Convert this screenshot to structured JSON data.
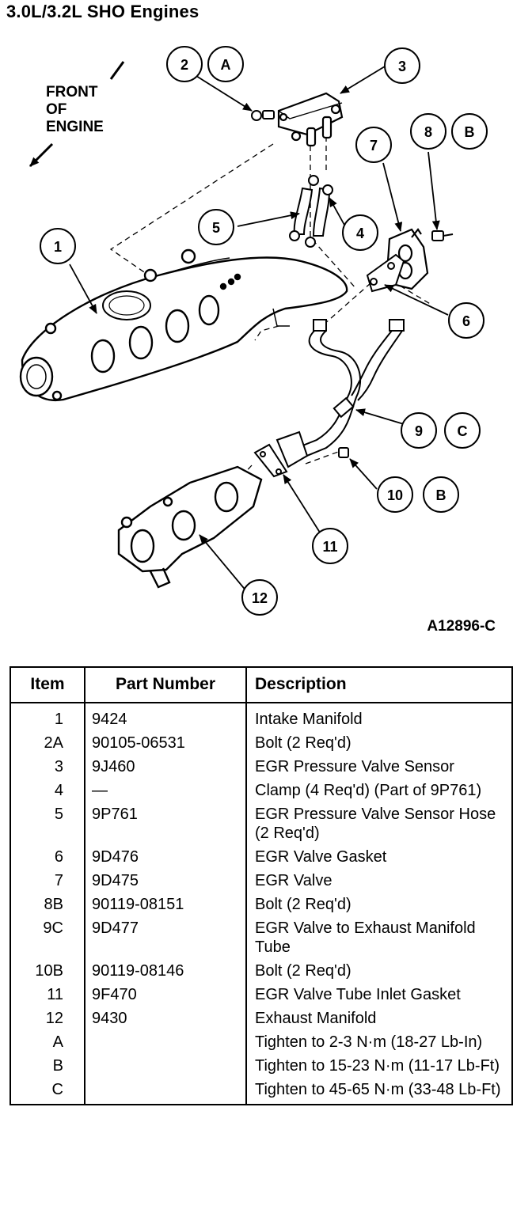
{
  "title": "3.0L/3.2L SHO Engines",
  "front_label": [
    "FRONT",
    "OF",
    "ENGINE"
  ],
  "figure_id": "A12896-C",
  "callouts": {
    "c1": "1",
    "c2": "2",
    "c2a": "A",
    "c3": "3",
    "c4": "4",
    "c5": "5",
    "c6": "6",
    "c7": "7",
    "c8": "8",
    "c8b": "B",
    "c9": "9",
    "c9c": "C",
    "c10": "10",
    "c10b": "B",
    "c11": "11",
    "c12": "12"
  },
  "table": {
    "headers": {
      "item": "Item",
      "part_number": "Part Number",
      "description": "Description"
    },
    "rows": [
      {
        "item": "1",
        "part": "9424",
        "desc": "Intake Manifold"
      },
      {
        "item": "2A",
        "part": "90105-06531",
        "desc": "Bolt (2 Req'd)"
      },
      {
        "item": "3",
        "part": "9J460",
        "desc": "EGR Pressure Valve Sensor"
      },
      {
        "item": "4",
        "part": "—",
        "desc": "Clamp (4 Req'd) (Part of 9P761)"
      },
      {
        "item": "5",
        "part": "9P761",
        "desc": "EGR Pressure Valve Sensor Hose (2 Req'd)"
      },
      {
        "item": "6",
        "part": "9D476",
        "desc": "EGR Valve Gasket"
      },
      {
        "item": "7",
        "part": "9D475",
        "desc": "EGR Valve"
      },
      {
        "item": "8B",
        "part": "90119-08151",
        "desc": "Bolt (2 Req'd)"
      },
      {
        "item": "9C",
        "part": "9D477",
        "desc": "EGR Valve to Exhaust Manifold Tube"
      },
      {
        "item": "10B",
        "part": "90119-08146",
        "desc": "Bolt (2 Req'd)"
      },
      {
        "item": "11",
        "part": "9F470",
        "desc": "EGR Valve Tube Inlet Gasket"
      },
      {
        "item": "12",
        "part": "9430",
        "desc": "Exhaust Manifold"
      },
      {
        "item": "A",
        "part": "",
        "desc": "Tighten to 2-3 N·m (18-27 Lb-In)"
      },
      {
        "item": "B",
        "part": "",
        "desc": "Tighten to 15-23 N·m (11-17 Lb-Ft)"
      },
      {
        "item": "C",
        "part": "",
        "desc": "Tighten to 45-65 N·m (33-48 Lb-Ft)"
      }
    ]
  }
}
